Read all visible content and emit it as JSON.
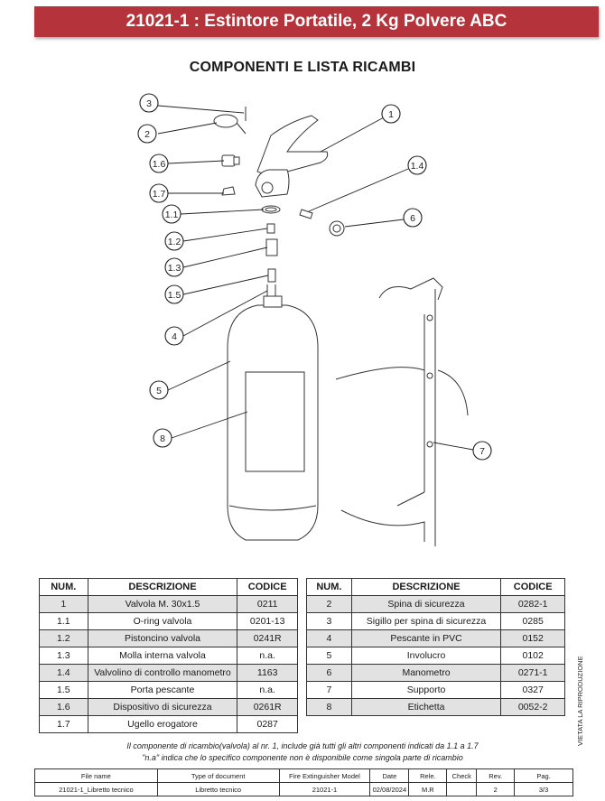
{
  "header": {
    "title": "21021-1 : Estintore Portatile, 2 Kg Polvere ABC"
  },
  "section_title": "COMPONENTI E LISTA RICAMBI",
  "callouts": [
    "1",
    "1.1",
    "1.2",
    "1.3",
    "1.4",
    "1.5",
    "1.6",
    "1.7",
    "2",
    "3",
    "4",
    "5",
    "6",
    "7",
    "8"
  ],
  "table_headers": {
    "num": "NUM.",
    "descrizione": "DESCRIZIONE",
    "codice": "CODICE"
  },
  "parts_left": [
    {
      "num": "1",
      "descrizione": "Valvola  M. 30x1.5",
      "codice": "0211"
    },
    {
      "num": "1.1",
      "descrizione": "O-ring valvola",
      "codice": "0201-13"
    },
    {
      "num": "1.2",
      "descrizione": "Pistoncino valvola",
      "codice": "0241R"
    },
    {
      "num": "1.3",
      "descrizione": "Molla interna valvola",
      "codice": "n.a."
    },
    {
      "num": "1.4",
      "descrizione": "Valvolino di controllo manometro",
      "codice": "1163"
    },
    {
      "num": "1.5",
      "descrizione": "Porta pescante",
      "codice": "n.a."
    },
    {
      "num": "1.6",
      "descrizione": "Dispositivo di sicurezza",
      "codice": "0261R"
    },
    {
      "num": "1.7",
      "descrizione": "Ugello erogatore",
      "codice": "0287"
    }
  ],
  "parts_right": [
    {
      "num": "2",
      "descrizione": "Spina di sicurezza",
      "codice": "0282-1"
    },
    {
      "num": "3",
      "descrizione": "Sigillo per spina di sicurezza",
      "codice": "0285"
    },
    {
      "num": "4",
      "descrizione": "Pescante in PVC",
      "codice": "0152"
    },
    {
      "num": "5",
      "descrizione": "Involucro",
      "codice": "0102"
    },
    {
      "num": "6",
      "descrizione": "Manometro",
      "codice": "0271-1"
    },
    {
      "num": "7",
      "descrizione": "Supporto",
      "codice": "0327"
    },
    {
      "num": "8",
      "descrizione": "Etichetta",
      "codice": "0052-2"
    }
  ],
  "vertical_note": "VIETATA LA RIPRODUZIONE",
  "notes": {
    "line1": "Il componente di ricambio(valvola) al nr. 1, include già tutti gli altri componenti indicati da 1.1 a 1.7",
    "line2": "\"n.a\" indica che lo specifico componente non è disponibile come singola parte di ricambio"
  },
  "footer": {
    "labels": [
      "File name",
      "Type of document",
      "Fire Extinguisher Model",
      "Date",
      "Rele.",
      "Check",
      "Rev.",
      "Pag."
    ],
    "values": [
      "21021-1_Libretto tecnico",
      "Libretto tecnico",
      "21021-1",
      "02/08/2024",
      "M.R",
      "",
      "2",
      "3/3"
    ]
  },
  "colors": {
    "banner": "#b5333b",
    "row_shade": "#e2e2e2"
  }
}
